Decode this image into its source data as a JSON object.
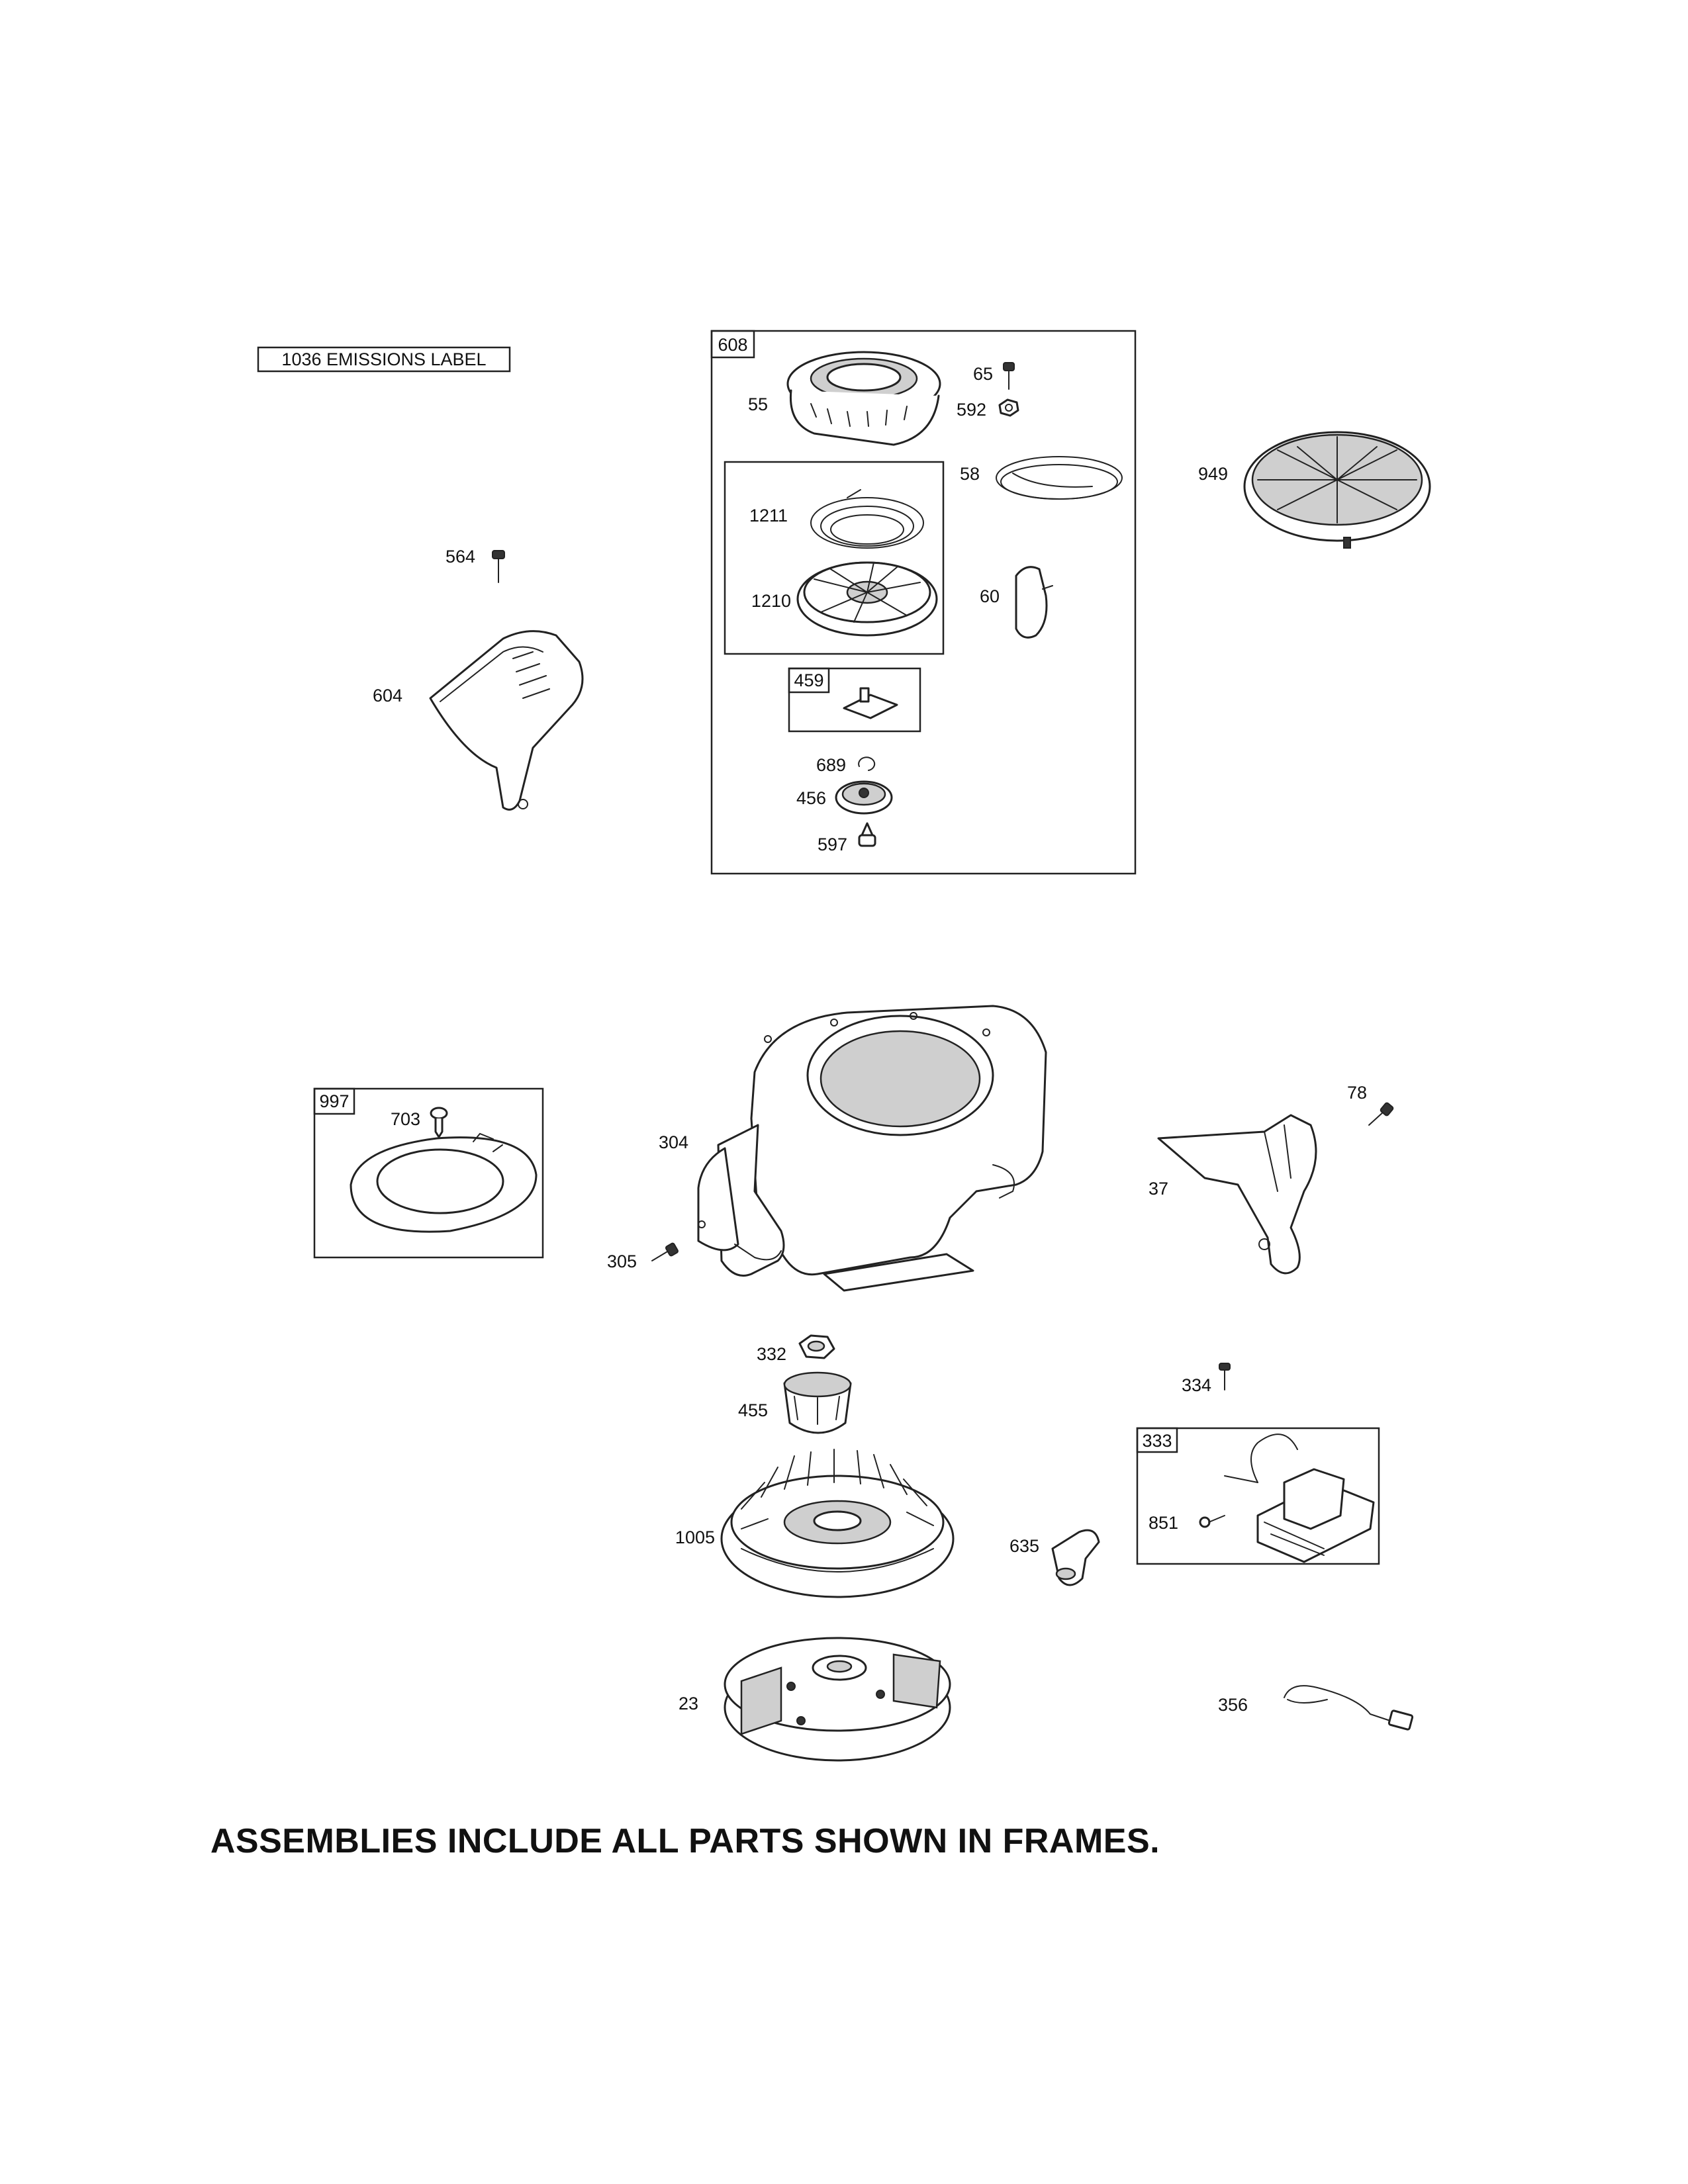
{
  "emissions_label": "1036 EMISSIONS LABEL",
  "frames": {
    "f608": "608",
    "f459": "459",
    "f997": "997",
    "f333": "333"
  },
  "parts": {
    "p55": "55",
    "p65": "65",
    "p592": "592",
    "p58": "58",
    "p949": "949",
    "p1211": "1211",
    "p1210": "1210",
    "p60": "60",
    "p564": "564",
    "p604": "604",
    "p689": "689",
    "p456": "456",
    "p597": "597",
    "p703": "703",
    "p304": "304",
    "p305": "305",
    "p78": "78",
    "p37": "37",
    "p332": "332",
    "p455": "455",
    "p334": "334",
    "p851": "851",
    "p1005": "1005",
    "p635": "635",
    "p23": "23",
    "p356": "356"
  },
  "footer_note": "ASSEMBLIES INCLUDE ALL PARTS SHOWN IN FRAMES."
}
